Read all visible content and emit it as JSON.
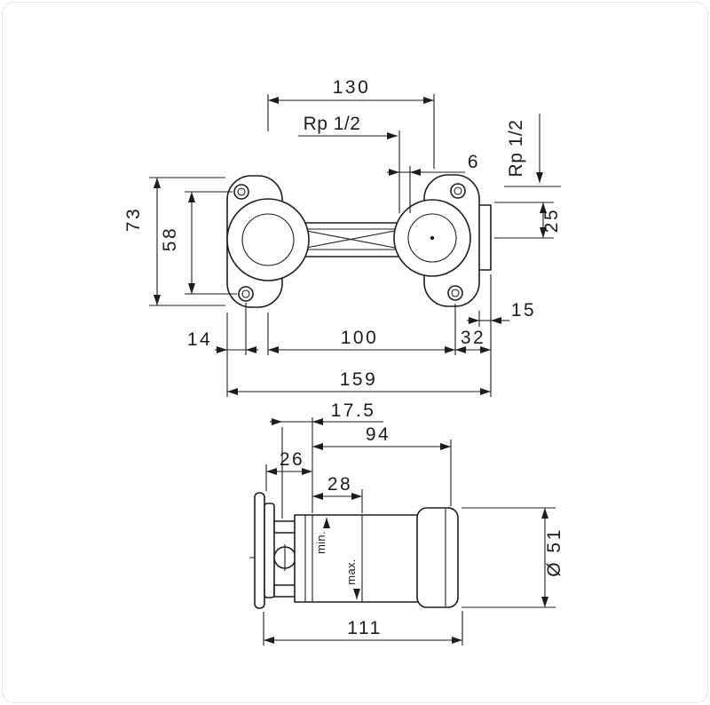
{
  "front_view": {
    "dim_center_distance": "130",
    "thread_label_top": "Rp 1/2",
    "dim_offset": "6",
    "thread_label_right": "Rp 1/2",
    "dim_depth_25": "25",
    "dim_height_73": "73",
    "dim_hole_spacing_58": "58",
    "dim_wallbox_15": "15",
    "dim_edge_14": "14",
    "dim_span_100": "100",
    "dim_right_32": "32",
    "dim_total_width_159": "159"
  },
  "side_view": {
    "dim_17_5": "17.5",
    "dim_body_94": "94",
    "dim_front_26": "26",
    "dim_mid_28": "28",
    "dim_diameter": "Ø 51",
    "dim_total_length_111": "111",
    "label_min": "min.",
    "label_max": "max."
  }
}
